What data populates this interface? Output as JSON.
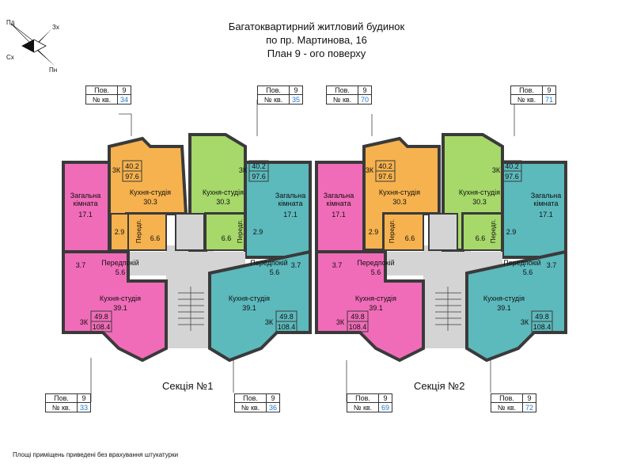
{
  "title": {
    "line1": "Багатоквартирний житловий будинок",
    "line2": "по пр. Мартинова, 16",
    "line3": "План 9 - ого поверху"
  },
  "compass": {
    "pd": "Пд",
    "zkh": "Зх",
    "skh": "Сх",
    "pn": "Пн"
  },
  "floor_label": "Пов.",
  "apt_label": "№ кв.",
  "floor_value": "9",
  "apartments_top": [
    "34",
    "35",
    "70",
    "71"
  ],
  "apartments_bottom": [
    "33",
    "36",
    "69",
    "72"
  ],
  "sections": [
    "Секція №1",
    "Секція №2"
  ],
  "rooms": {
    "kitchen_studio": "Кухня-студія",
    "living_room_line1": "Загальна",
    "living_room_line2": "кімната",
    "hallway": "Передпокій",
    "hall_short": "Передп.",
    "area_living": "17.1",
    "area_kitchen_top": "30.3",
    "area_kitchen_bottom": "39.1",
    "area_hall": "5.6",
    "area_bath_top": "2.9",
    "area_hall_top": "6.6",
    "area_bath_bottom": "3.7",
    "type": "3К",
    "top_living": "40.2",
    "top_total": "97.6",
    "bottom_living": "49.8",
    "bottom_total": "108.4"
  },
  "colors": {
    "pink": "#f06cb8",
    "orange": "#f6b24e",
    "green": "#a6d86a",
    "teal": "#5cb9bc",
    "core": "#d4d4d4",
    "wall": "#3a3a3a"
  },
  "footnote": "Площі приміщень приведені без врахування штукатурки"
}
